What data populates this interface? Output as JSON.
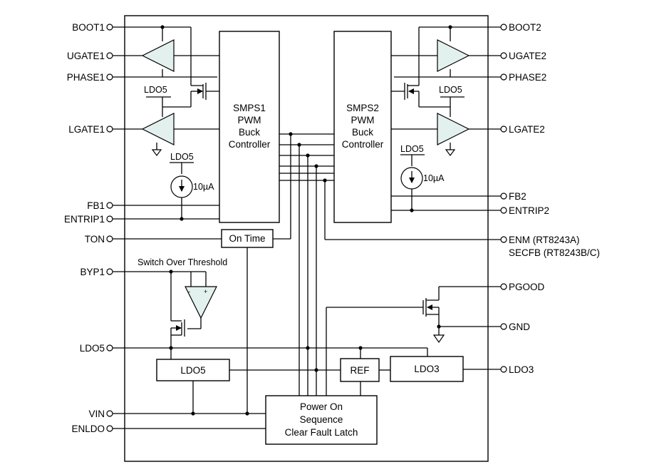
{
  "pins_left": {
    "boot1": "BOOT1",
    "ugate1": "UGATE1",
    "phase1": "PHASE1",
    "lgate1": "LGATE1",
    "fb1": "FB1",
    "entrip1": "ENTRIP1",
    "ton": "TON",
    "byp1": "BYP1",
    "ldo5": "LDO5",
    "vin": "VIN",
    "enldo": "ENLDO"
  },
  "pins_right": {
    "boot2": "BOOT2",
    "ugate2": "UGATE2",
    "phase2": "PHASE2",
    "lgate2": "LGATE2",
    "fb2": "FB2",
    "entrip2": "ENTRIP2",
    "enm": "ENM (RT8243A)",
    "secfb": "SECFB (RT8243B/C)",
    "pgood": "PGOOD",
    "gnd": "GND",
    "ldo3": "LDO3"
  },
  "blocks": {
    "smps1": [
      "SMPS1",
      "PWM",
      "Buck",
      "Controller"
    ],
    "smps2": [
      "SMPS2",
      "PWM",
      "Buck",
      "Controller"
    ],
    "on_time": "On Time",
    "ldo5_block": "LDO5",
    "ref": "REF",
    "ldo3_block": "LDO3",
    "power_on": [
      "Power On",
      "Sequence",
      "Clear Fault Latch"
    ]
  },
  "labels": {
    "ldo5_supply_1": "LDO5",
    "ldo5_supply_2": "LDO5",
    "ldo5_supply_3": "LDO5",
    "ldo5_supply_4": "LDO5",
    "current_1": "10µA",
    "current_2": "10µA",
    "switch_over": "Switch Over Threshold",
    "comp_minus": "-",
    "comp_plus": "+"
  },
  "colors": {
    "amplifier_fill": "#e3f1ee",
    "line": "#000000"
  }
}
